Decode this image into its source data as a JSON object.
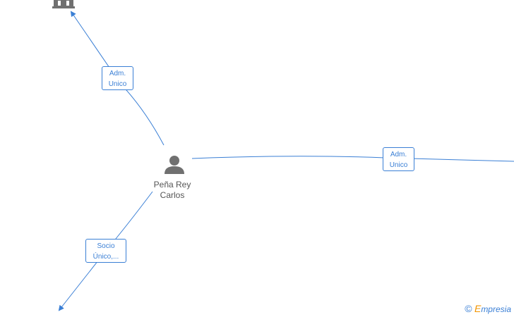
{
  "nodes": {
    "person": {
      "name_line1": "Peña Rey",
      "name_line2": "Carlos",
      "icon": "person-icon"
    },
    "company_top": {
      "icon": "building-icon"
    }
  },
  "edges": {
    "top": {
      "line1": "Adm.",
      "line2": "Unico"
    },
    "right": {
      "line1": "Adm.",
      "line2": "Unico"
    },
    "bottom": {
      "line1": "Socio",
      "line2": "Único,..."
    }
  },
  "watermark": {
    "symbol": "©",
    "brand_first": "E",
    "brand_rest": "mpresia"
  },
  "colors": {
    "edge": "#3a7fd5",
    "icon": "#707070",
    "text": "#555555"
  }
}
